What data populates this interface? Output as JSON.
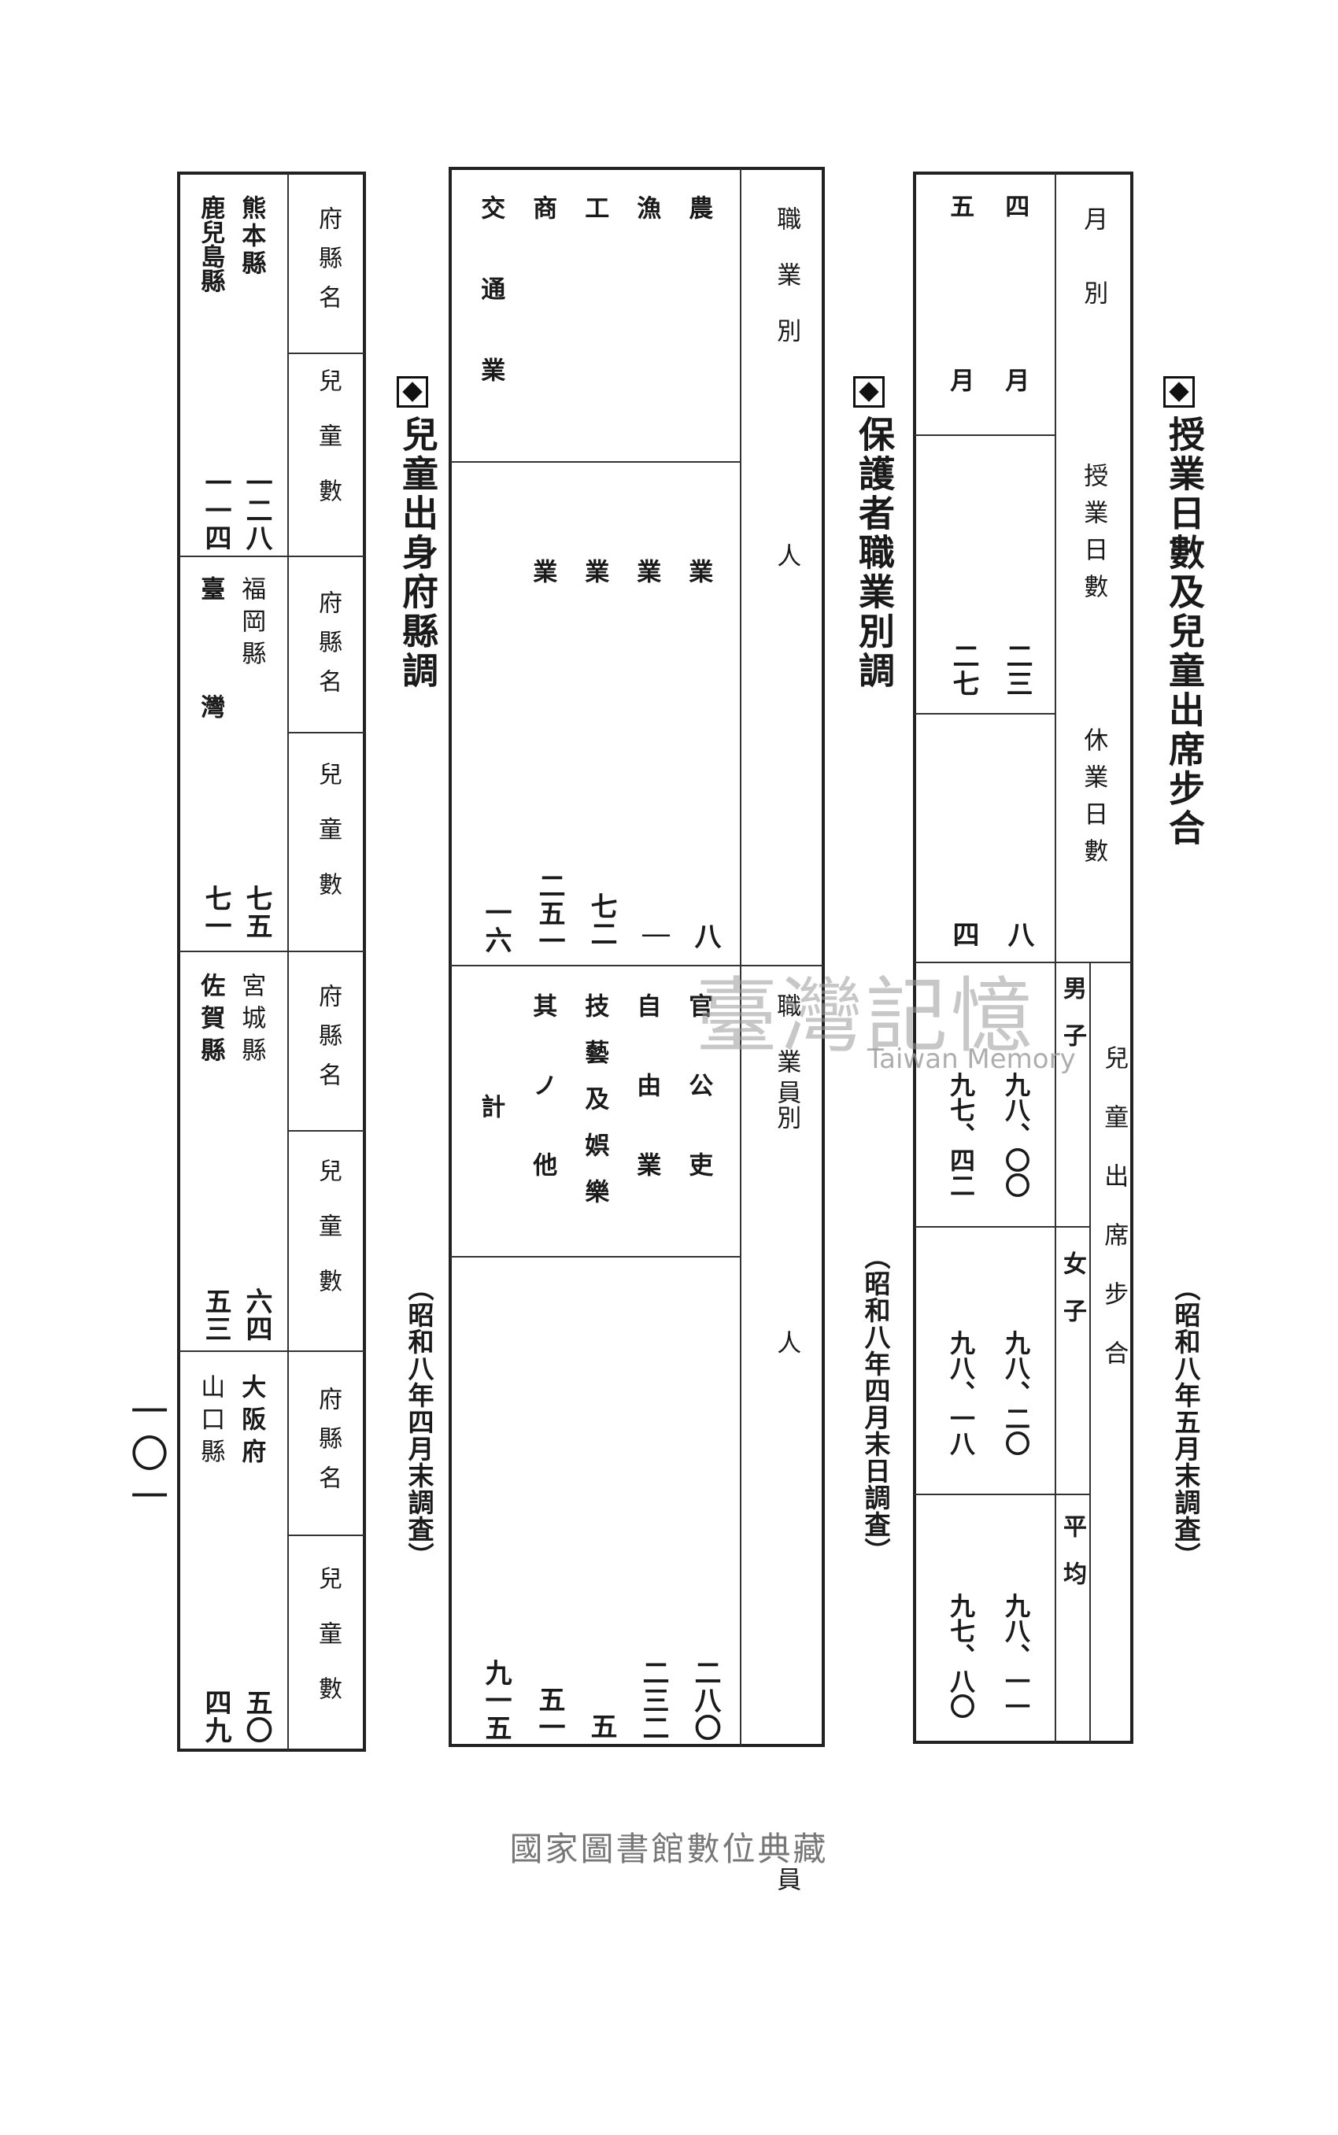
{
  "page_number": "一〇一",
  "footer": "國家圖書館數位典藏",
  "watermark": {
    "title": "臺灣記憶",
    "subtitle": "Taiwan Memory"
  },
  "attendance": {
    "title": "授業日數及兒童出席步合",
    "note": "（昭和八年五月末調査）",
    "col_month": "月　別",
    "col_days": "授業日數",
    "col_holidays": "休業日數",
    "col_rate": "兒童出席步合",
    "sub_male": "男　子",
    "sub_female": "女　子",
    "sub_avg": "平　均",
    "rows": [
      {
        "month": "四月",
        "days": "二三",
        "holidays": "八",
        "male": "九八、〇〇",
        "female": "九八、二〇",
        "avg": "九八、一一"
      },
      {
        "month": "五月",
        "days": "二七",
        "holidays": "四",
        "male": "九七、四二",
        "female": "九八、一八",
        "avg": "九七、八〇"
      }
    ]
  },
  "guardian": {
    "title": "保護者職業別調",
    "note": "（昭和八年四月末日調査）",
    "col_occ": "職業別",
    "col_count": "人　員",
    "left": [
      {
        "name": "農　業",
        "count": "八"
      },
      {
        "name": "漁　業",
        "count": "｜"
      },
      {
        "name": "工　業",
        "count": "七二"
      },
      {
        "name": "商　業",
        "count": "二五一"
      },
      {
        "name": "交通業",
        "count": "一六"
      }
    ],
    "right": [
      {
        "name": "官公吏",
        "count": "二八〇"
      },
      {
        "name": "自由業",
        "count": "二三二"
      },
      {
        "name": "技藝及娯樂",
        "count": "五"
      },
      {
        "name": "其ノ他",
        "count": "五一"
      },
      {
        "name": "計",
        "count": "九一五"
      }
    ]
  },
  "origin": {
    "title": "兒童出身府縣調",
    "note": "（昭和八年四月末調査）",
    "col_pref": "府縣名",
    "col_count": "兒童數",
    "blocks": [
      {
        "p1": "熊本縣",
        "c1": "一二八",
        "p2": "鹿兒島縣",
        "c2": "一一四"
      },
      {
        "p1": "福岡縣",
        "c1": "七五",
        "p2": "臺　灣",
        "c2": "七一"
      },
      {
        "p1": "宮城縣",
        "c1": "六四",
        "p2": "佐賀縣",
        "c2": "五三"
      },
      {
        "p1": "大阪府",
        "c1": "五〇",
        "p2": "山口縣",
        "c2": "四九"
      }
    ]
  }
}
